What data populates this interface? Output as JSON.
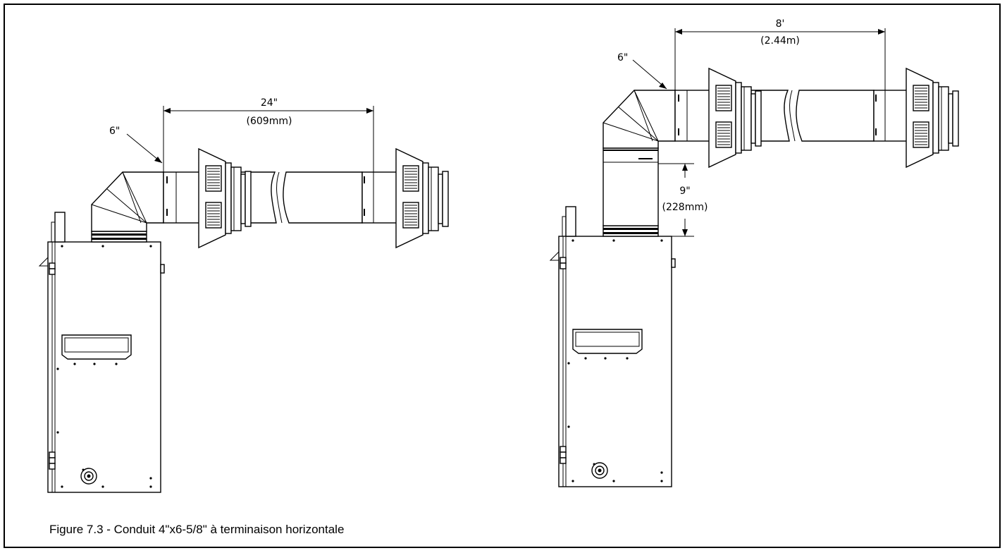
{
  "caption": "Figure 7.3 - Conduit 4\"x6-5/8\" à terminaison horizontale",
  "left_assembly": {
    "elbow_label": "6\"",
    "span_label_imperial": "24\"",
    "span_label_metric": "(609mm)"
  },
  "right_assembly": {
    "elbow_label": "6\"",
    "span_label_imperial": "8'",
    "span_label_metric": "(2.44m)",
    "riser_label_imperial": "9\"",
    "riser_label_metric": "(228mm)"
  }
}
